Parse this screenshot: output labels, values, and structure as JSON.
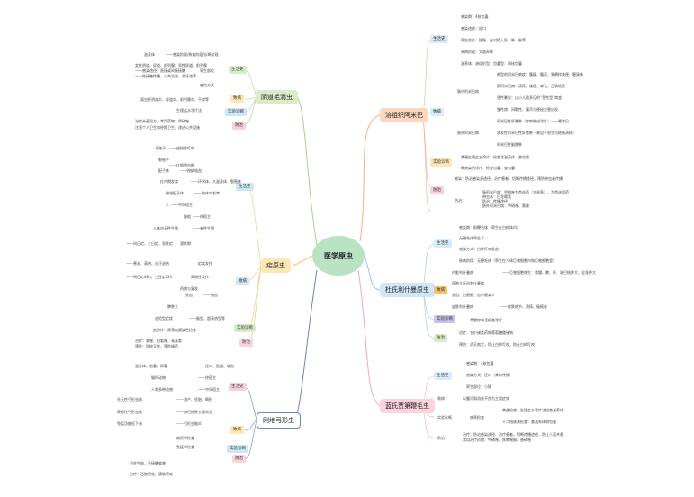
{
  "center": "医学原虫",
  "branches": {
    "b1": {
      "title": "溶组织阿米巴",
      "c1": "生活史",
      "c1_items": [
        "感染期：4核包囊",
        "感染途径：经口",
        "寄生部位：结肠，在对侵入肝、肺、脑等",
        "致病阶段：大滋养体",
        "滋养体：溶组织型；包囊型：四核包囊"
      ],
      "c2": "致病",
      "c2_sub1": "肠内阿米巴病",
      "c2_sub1_items": [
        "典型的阿米巴痢疾：腹痛、腹泻、果酱样粪便、腥臭味",
        "肠阿米巴病：溃疡、烧瓶、穿孔、乙状结肠",
        "急性暴发：以小儿最多见的“急性型”病变",
        "慢性病：间歇性、腹泻与便秘交替出现"
      ],
      "c2_sub2": "肠外阿米巴病",
      "c2_sub2_items": [
        "阿米巴性肝脓肿（穿刺物或涂片）——最常见",
        "原发性阿米巴性肝脓肿（来自于寄生与结肠溃疡）",
        "阿米巴性脑脓肿"
      ],
      "c3": "实验诊断",
      "c3_items": [
        "粪便生理盐水涂片：检查活滋养体、查包囊",
        "碘液染色涂片：检查包囊、查包囊"
      ],
      "c4": "防治",
      "c4_items": [
        "感染：防治感染源途径，治疗患者，切断传播途径，预防带虫者传播",
        "防治：",
        "肠阿米巴病：甲硝唑为首选药（大滋养），为首选用药",
        "带虫者：巴龙霉素",
        "防治：传播途径",
        "肠外阿米巴病：甲硝唑、氯喹"
      ]
    },
    "b2": {
      "title": "杜氏利什曼原虫",
      "c1": "生活史",
      "c1_items": [
        "感染期：前鞭毛体（寄生在白蛉体内）",
        "无鞭毛体寄生于",
        "感染方式：白蛉叮咬吸血",
        "致病阶段：无鞭毛体（寄生在人体巨噬细胞内和巨噬细胞里）"
      ],
      "c2": "致病",
      "c2_items": [
        "内脏利什曼病",
        "——巨噬细胞增生：骨髓、脾、肝、淋巴结肿大、全身肿大",
        "肝肿大压迫利什曼病",
        "贫血、白细胞、血小板减少",
        "皮肤利什曼病",
        "——皮肤结节、溃疡、瘢痕化"
      ],
      "c3": "实验诊断",
      "c3_items": [
        "骨髓穿刺活检查涂片"
      ],
      "c4": "防治",
      "c4_items": [
        "治疗：五价锑类药物葡萄糖酸锑钠",
        "预防：消灭病犬，防止白蛉叮咬，防止白蛉叮咬"
      ]
    },
    "b3": {
      "title": "蓝氏贾第鞭毛虫",
      "c1": "生活史",
      "c1_items": [
        "感染期：4核包囊",
        "感染方式：经口（粪口传播）",
        "寄生部位：小肠"
      ],
      "c2": "致病",
      "c2_items": [
        "以腹泻和消化不良为主要症状"
      ],
      "c3": "实验诊断",
      "c3_sub": "病原检查",
      "c3_items": [
        "粪便检查：生理盐水涂片法检查滋养体",
        "十二指肠液检查：查滋养体和包囊"
      ],
      "c4": "防治",
      "c4_items": [
        "治疗：防治感染途径、治疗患者，切断传播途径，防止人畜共患",
        "常用治疗药物：甲硝唑、呋喃唑酮、替硝唑"
      ]
    },
    "b4": {
      "title": "阴道毛滴虫",
      "c1": "生活史",
      "c1_items": [
        "滋养体",
        "——感染阶段/致病阶段/诊断阶段",
        "女性阴道、尿道、前列腺；男性尿道、前列腺",
        "——感染途径：直接或间接接触",
        "——性接触传播、公共浴池、游泳池等",
        "寄生部位",
        "感染方式"
      ],
      "c2": "致病",
      "c2_items": [
        "滴虫性阴道炎、尿道炎、前列腺炎、不育等"
      ],
      "c3": "实验诊断",
      "c3_items": [
        "生理盐水涂片法"
      ],
      "c4": "防治",
      "c4_items": [
        "治疗夫妻双方，常用药物：甲硝唑",
        "注意个人卫生和经期卫生，改进公共设施"
      ]
    },
    "b5": {
      "title": "疟原虫",
      "c1": "生活史",
      "c1_items": [
        "子孢子",
        "——经按蚊叮咬",
        "裂殖子",
        "——红细胞内期",
        "配子体",
        "——按蚊吸血",
        "红内期发育",
        "——环状体、大滋养体、裂殖体",
        "雌雄配子体",
        "——蚊体内发育",
        "人",
        "——中间宿主",
        "按蚊",
        "——终宿主",
        "人体内无性生殖",
        "——有性生殖"
      ],
      "c2": "致病",
      "c2_items": [
        "潜伏期",
        "——间日疟、三日疟、恶性疟",
        "疟疾发作",
        "——寒战、高热、出汗退热",
        "周期性发作",
        "——间日疟48h，三日疟72h",
        "再燃与复发",
        "贫血",
        "——溶血",
        "脾肿大",
        "凶险型疟疾",
        "——脑型、超高热型等"
      ],
      "c3": "实验诊断",
      "c3_items": [
        "血涂片：厚薄血膜染色检查"
      ],
      "c4": "防治",
      "c4_items": [
        "治疗：氯喹、伯氨喹、青蒿素",
        "预防：防蚊灭蚊，预防服药"
      ]
    },
    "b6": {
      "title": "刚地弓形虫",
      "c1": "生活史",
      "c1_items": [
        "滋养体、包囊、卵囊",
        "——经口、胎盘、输血",
        "猫科动物",
        "——终宿主",
        "人和多种动物",
        "——中间宿主"
      ],
      "c2": "致病",
      "c2_items": [
        "先天性弓形虫病",
        "——流产、死胎、畸形",
        "获得性弓形虫病",
        "——淋巴结肿大最常见",
        "免疫功能低下者",
        "——弓形虫脑炎"
      ],
      "c3": "实验诊断",
      "c3_items": [
        "病原学检查",
        "免疫学检查"
      ],
      "c4": "防治",
      "c4_items": [
        "不吃生肉，不接触猫粪",
        "治疗：乙胺嘧啶、磺胺嘧啶"
      ]
    }
  }
}
